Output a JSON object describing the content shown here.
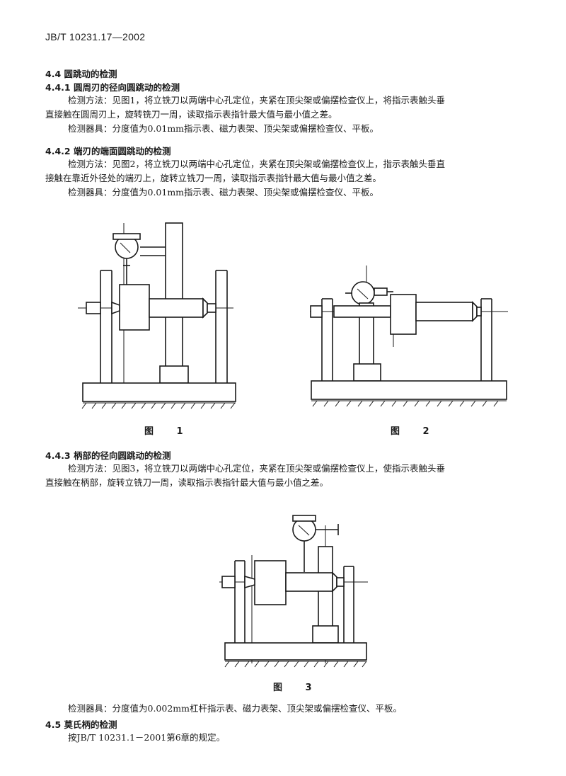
{
  "header": {
    "standard_no": "JB/T 10231.17—2002"
  },
  "sections": {
    "s44": {
      "title": "4.4 圆跳动的检测"
    },
    "s441": {
      "title": "4.4.1 圆周刃的径向圆跳动的检测",
      "method_line1": "检测方法：见图1，将立铣刀以两端中心孔定位，夹紧在顶尖架或偏摆检查仪上，将指示表触头垂",
      "method_line2": "直接触在圆周刃上，旋转铣刀一周，读取指示表指针最大值与最小值之差。",
      "instruments": "检测器具：分度值为0.01mm指示表、磁力表架、顶尖架或偏摆检查仪、平板。"
    },
    "s442": {
      "title": "4.4.2 端刃的端面圆跳动的检测",
      "method_line1": "检测方法：见图2，将立铣刀以两端中心孔定位，夹紧在顶尖架或偏摆检查仪上，指示表触头垂直",
      "method_line2": "接触在靠近外径处的端刃上，旋转立铣刀一周，读取指示表指针最大值与最小值之差。",
      "instruments": "检测器具：分度值为0.01mm指示表、磁力表架、顶尖架或偏摆检查仪、平板。"
    },
    "s443": {
      "title": "4.4.3 柄部的径向圆跳动的检测",
      "method_line1": "检测方法：见图3，将立铣刀以两端中心孔定位，夹紧在顶尖架或偏摆检查仪上，使指示表触头垂",
      "method_line2": "直接触在柄部，旋转立铣刀一周，读取指示表指针最大值与最小值之差。",
      "instruments": "检测器具：分度值为0.002mm杠杆指示表、磁力表架、顶尖架或偏摆检查仪、平板。"
    },
    "s45": {
      "title": "4.5 莫氏柄的检测",
      "body": "按JB/T 10231.1－2001第6章的规定。"
    }
  },
  "figures": {
    "fig1": {
      "caption": "图 1"
    },
    "fig2": {
      "caption": "图 2"
    },
    "fig3": {
      "caption": "图 3"
    }
  }
}
